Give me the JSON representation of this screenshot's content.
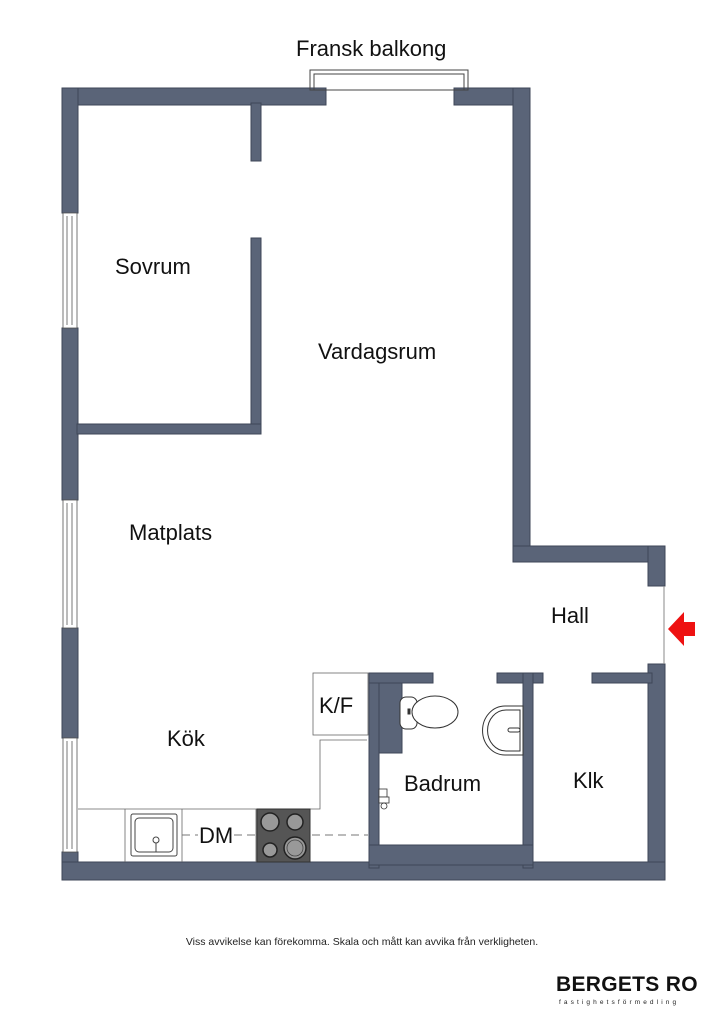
{
  "plan": {
    "title": "Fransk balkong",
    "rooms": {
      "bedroom": "Sovrum",
      "living_room": "Vardagsrum",
      "dining": "Matplats",
      "kitchen": "Kök",
      "hall": "Hall",
      "bathroom": "Badrum",
      "closet": "Klk"
    },
    "fixtures": {
      "fridge_freezer": "K/F",
      "dishwasher": "DM"
    },
    "entrance_marker": "entrance-arrow",
    "colors": {
      "wall": "#5a6478",
      "wall_edge": "#3e4657",
      "entrance": "#ee1111",
      "stove": "#555555"
    }
  },
  "footer": {
    "disclaimer": "Viss avvikelse kan förekomma. Skala och mått kan avvika från verkligheten.",
    "brand": "BERGETS RO",
    "brand_subtitle": "fastighetsförmedling"
  }
}
